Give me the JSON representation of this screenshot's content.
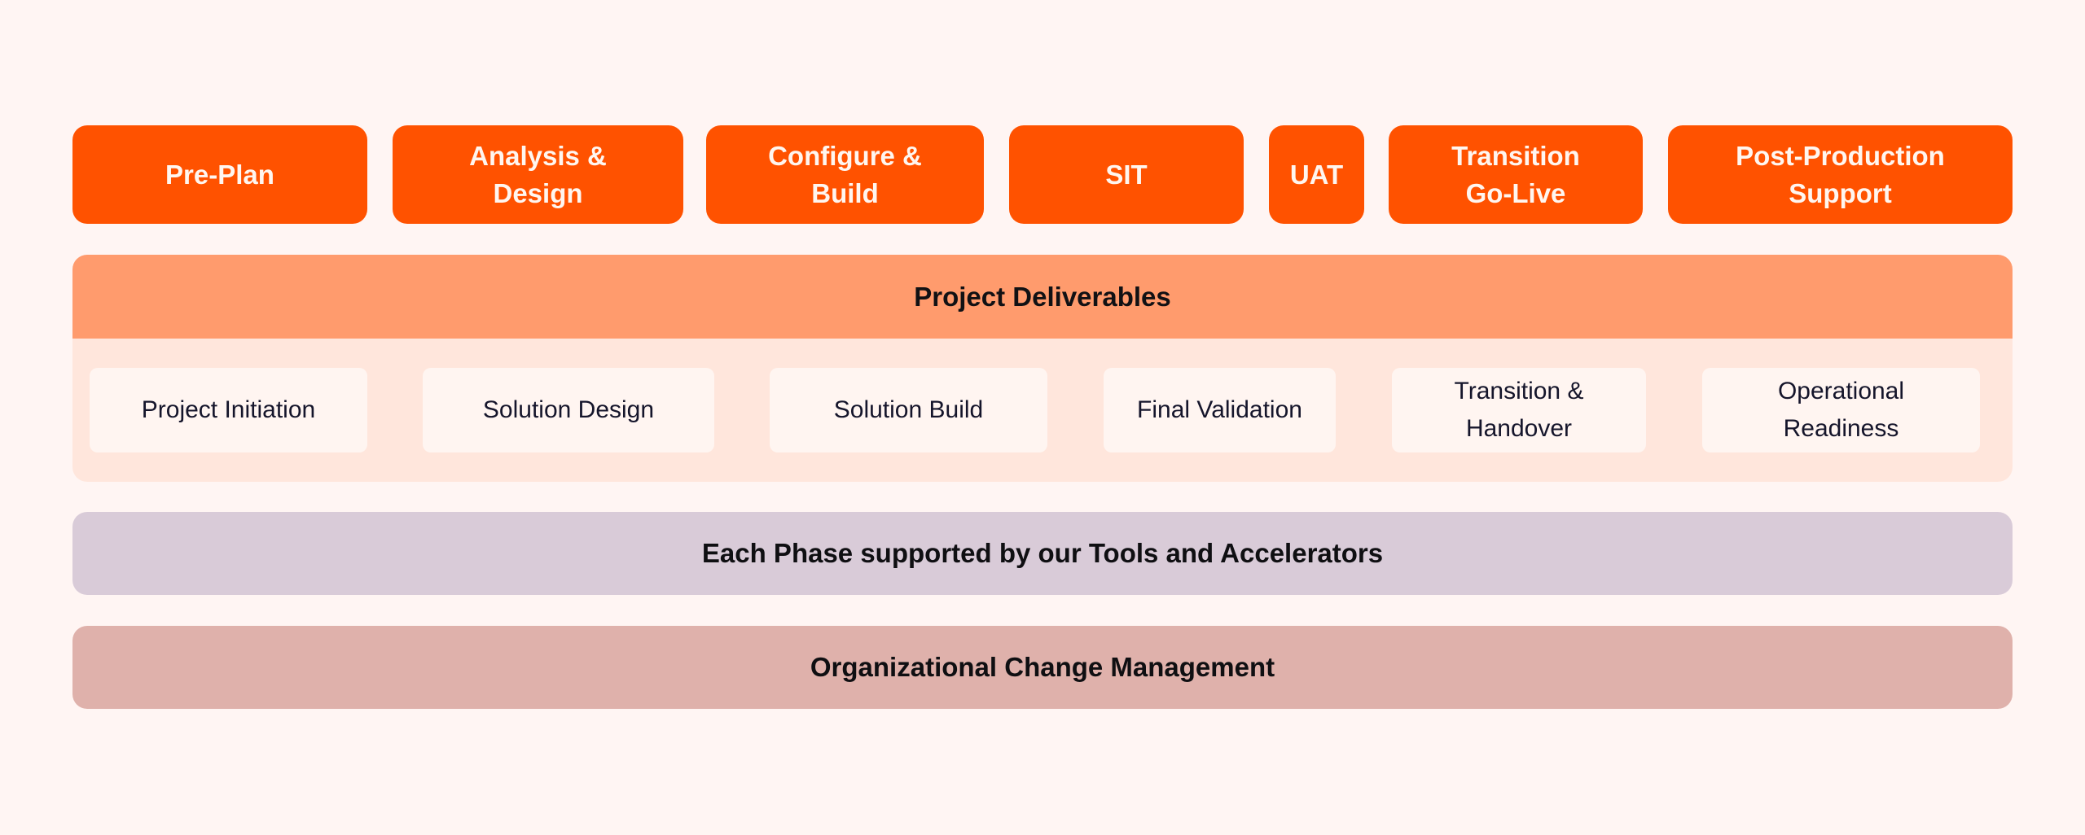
{
  "colors": {
    "background": "#fff5f3",
    "phase_fill": "#ff5200",
    "phase_text": "#fff6f0",
    "deliverables_header": "#ff9b6d",
    "deliverables_container": "#ffe6dc",
    "deliverable_card": "#fff5f1",
    "deliverable_text": "#15152b",
    "tools_band": "#d9cbd8",
    "ocm_band": "#dfb1ab"
  },
  "phases": [
    {
      "label": "Pre-Plan"
    },
    {
      "label": "Analysis &\nDesign"
    },
    {
      "label": "Configure &\nBuild"
    },
    {
      "label": "SIT"
    },
    {
      "label": "UAT"
    },
    {
      "label": "Transition\nGo-Live"
    },
    {
      "label": "Post-Production\nSupport"
    }
  ],
  "deliverables": {
    "title": "Project Deliverables",
    "items": [
      {
        "label": "Project Initiation"
      },
      {
        "label": "Solution Design"
      },
      {
        "label": "Solution Build"
      },
      {
        "label": "Final Validation"
      },
      {
        "label": "Transition &\nHandover"
      },
      {
        "label": "Operational\nReadiness"
      }
    ]
  },
  "bands": {
    "tools": "Each Phase supported by our Tools and Accelerators",
    "ocm": "Organizational Change Management"
  }
}
